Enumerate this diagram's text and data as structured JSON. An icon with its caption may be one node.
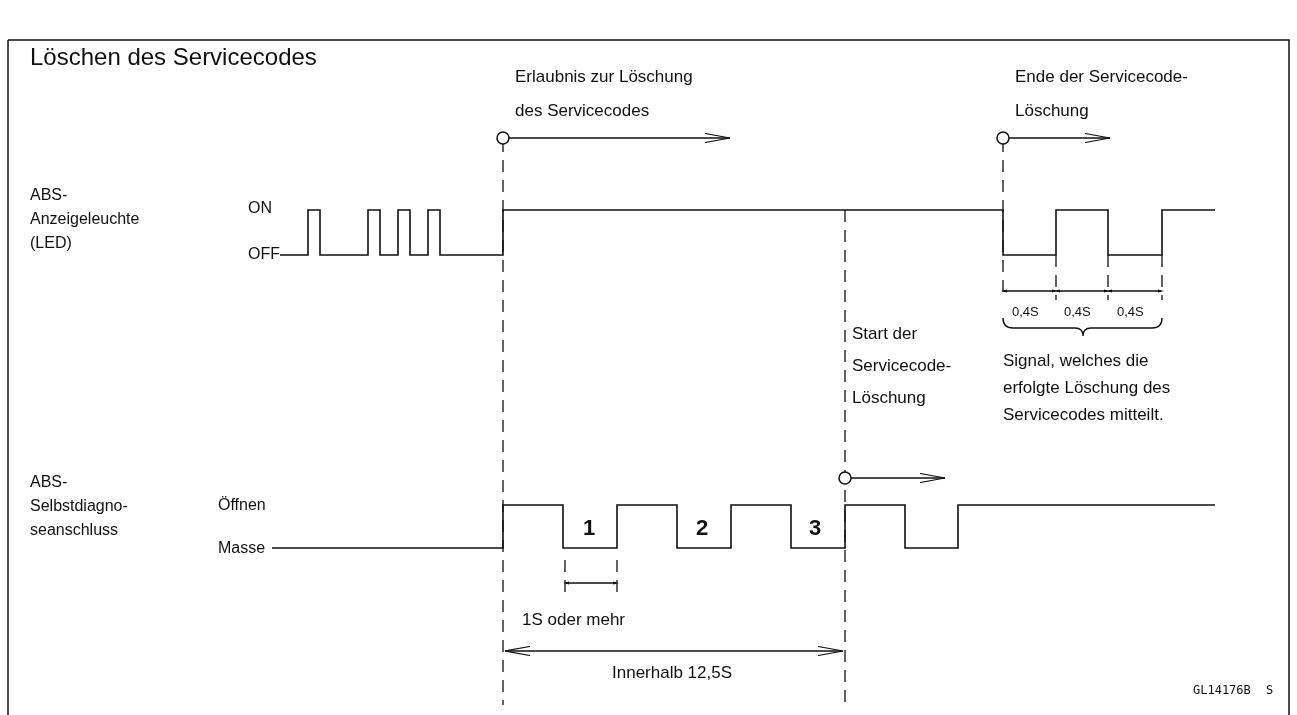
{
  "diagram": {
    "title": "Löschen des Servicecodes",
    "labels": [
      "Erlaubnis zur Löschung des Servicecodes",
      "Ende der Servicecode-Löschung",
      "ABS- Anzeigeleuchte (LED)",
      "ON",
      "OFF",
      "0,4S",
      "0,4S",
      "0,4S",
      "Start der Servicecode- Löschung",
      "Signal, welches die erfolgte Löschung des Servicecodes mitteilt.",
      "ABS- Selbstdiagno- seanschluss",
      "Öffnen",
      "Masse",
      "1",
      "2",
      "3",
      "1S oder mehr",
      "Innerhalb 12,5S",
      "GL14176B S"
    ]
  }
}
